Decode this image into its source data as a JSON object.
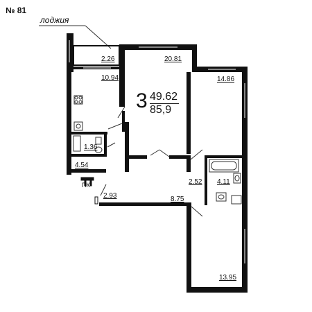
{
  "plan": {
    "number": "№ 81",
    "loggia_label": "лоджия",
    "rooms_count": "3",
    "living_area": "49.62",
    "total_area": "85,9",
    "areas": {
      "loggia": "2.26",
      "kitchen": "10.94",
      "room_top": "20.81",
      "room_right_top": "14.86",
      "wc": "1.36",
      "corridor_small": "4.54",
      "hall_small": "2.93",
      "corridor": "8.75",
      "hall_right": "2.52",
      "bathroom": "4.11",
      "room_bottom": "13.95"
    },
    "markers": {
      "pk": "ПК"
    }
  },
  "colors": {
    "wall": "#111111",
    "background": "#ffffff",
    "line": "#333333"
  }
}
